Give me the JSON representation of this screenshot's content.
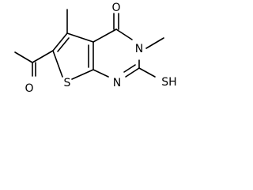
{
  "molecule": {
    "atoms": {
      "acetyl_oxygen": "O",
      "ring_sulfur": "S",
      "ring_nitrogen_bottom": "N",
      "ring_nitrogen_methyl": "N",
      "carbonyl_oxygen": "O",
      "thiol_group": "SH"
    }
  }
}
